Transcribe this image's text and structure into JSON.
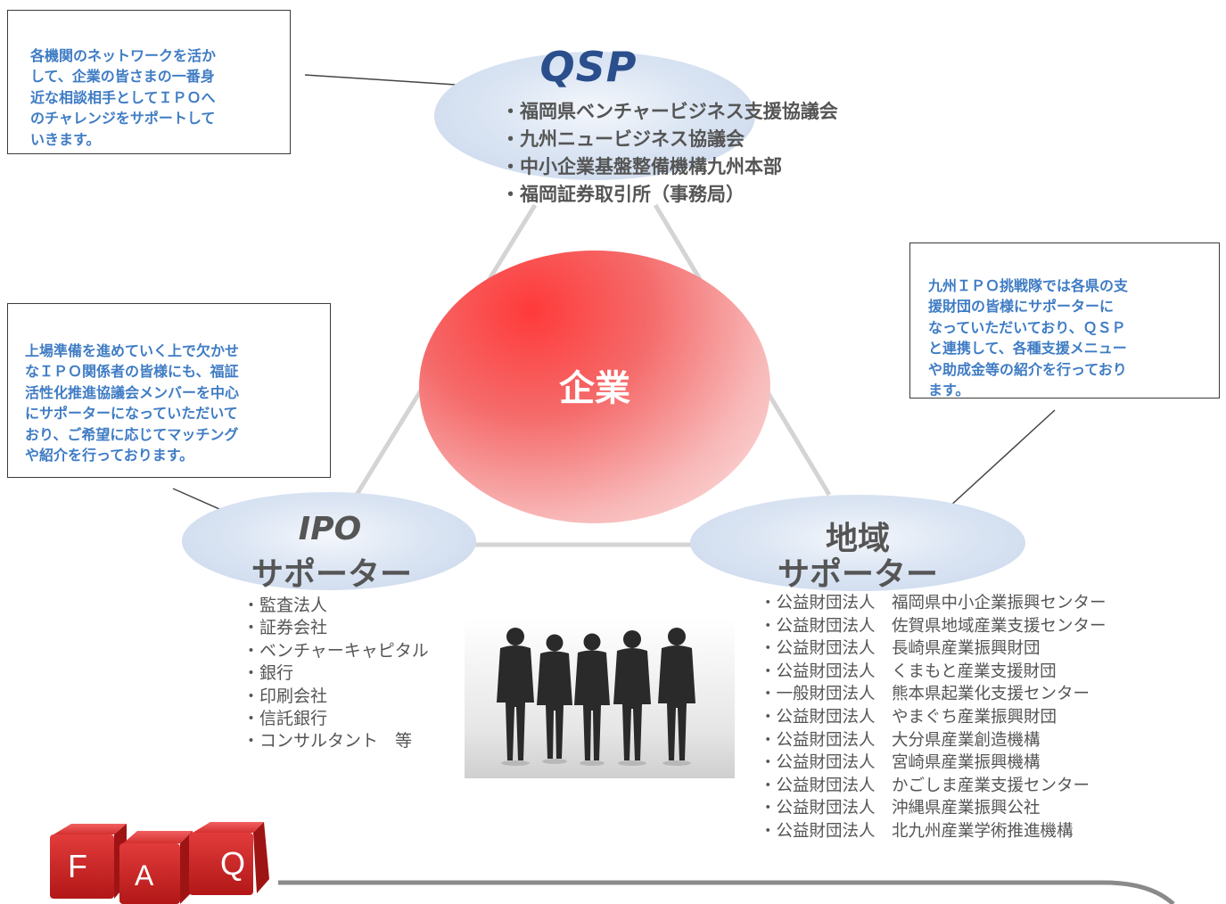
{
  "callouts": {
    "qsp": "各機関のネットワークを活か\nして、企業の皆さまの一番身\n近な相談相手としてＩＰＯへ\nのチャレンジをサポートして\nいきます。",
    "ipo": "上場準備を進めていく上で欠かせ\nなＩＰＯ関係者の皆様にも、福証\n活性化推進協議会メンバーを中心\nにサポーターになっていただいて\nおり、ご希望に応じてマッチング\nや紹介を行っております。",
    "regional": "九州ＩＰＯ挑戦隊では各県の支\n援財団の皆様にサポーターに\nなっていただいており、ＱＳＰ\nと連携して、各種支援メニュー\nや助成金等の紹介を行っており\nます。"
  },
  "qsp": {
    "title": "QSP",
    "members": [
      "・福岡県ベンチャービジネス支援協議会",
      "・九州ニュービジネス協議会",
      "・中小企業基盤整備機構九州本部",
      "・福岡証券取引所（事務局）"
    ]
  },
  "hub": {
    "label": "企業"
  },
  "ipo_supporters": {
    "title_line1": "IPO",
    "title_line2": "サポーター",
    "items": [
      "・監査法人",
      "・証券会社",
      "・ベンチャーキャピタル",
      "・銀行",
      "・印刷会社",
      "・信託銀行",
      "・コンサルタント　等"
    ]
  },
  "regional_supporters": {
    "title_line1": "地域",
    "title_line2": "サポーター",
    "items": [
      "・公益財団法人　福岡県中小企業振興センター",
      "・公益財団法人　佐賀県地域産業支援センター",
      "・公益財団法人　長崎県産業振興財団",
      "・公益財団法人　くまもと産業支援財団",
      "・一般財団法人　熊本県起業化支援センター",
      "・公益財団法人　やまぐち産業振興財団",
      "・公益財団法人　大分県産業創造機構",
      "・公益財団法人　宮崎県産業振興機構",
      "・公益財団法人　かごしま産業支援センター",
      "・公益財団法人　沖縄県産業振興公社",
      "・公益財団法人　北九州産業学術推進機構"
    ]
  },
  "faq": {
    "letters": [
      "F",
      "A",
      "Q"
    ]
  },
  "colors": {
    "callout_text": "#3f7cc4",
    "qsp_title": "#2b4f8c",
    "hub_red": "#ff3a3a",
    "body_text": "#555555",
    "connector": "#d4d4d4"
  }
}
